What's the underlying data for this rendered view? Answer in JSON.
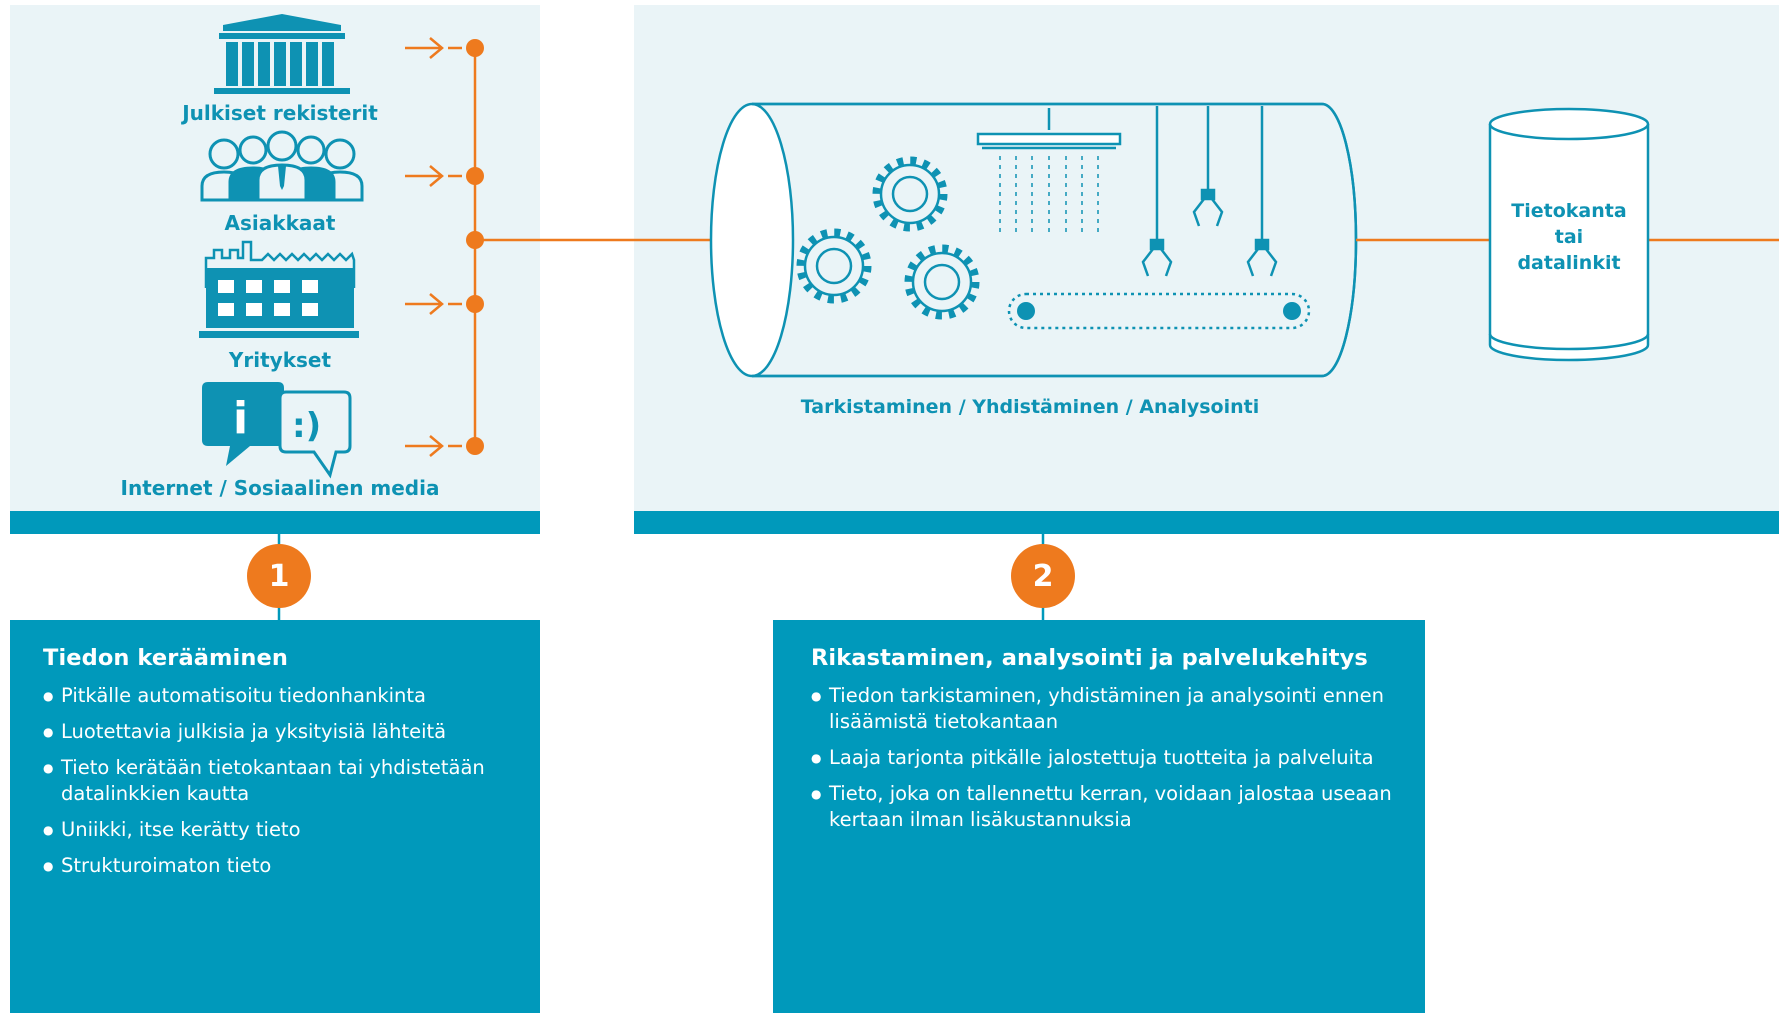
{
  "sources": [
    {
      "label": "Julkiset rekisterit",
      "icon": "government-building-icon"
    },
    {
      "label": "Asiakkaat",
      "icon": "people-group-icon"
    },
    {
      "label": "Yritykset",
      "icon": "factory-icon"
    },
    {
      "label": "Internet / Sosiaalinen media",
      "icon": "chat-bubbles-icon"
    }
  ],
  "process": {
    "label": "Tarkistaminen / Yhdistäminen / Analysointi",
    "icons": [
      "gears-icon",
      "shower-icon",
      "robot-arm-icon",
      "conveyor-belt-icon"
    ]
  },
  "database": {
    "line1": "Tietokanta",
    "line2": "tai",
    "line3": "datalinkit"
  },
  "steps": [
    {
      "number": "1",
      "title": "Tiedon kerääminen",
      "bullets": [
        "Pitkälle automatisoitu tiedonhankinta",
        "Luotettavia julkisia ja yksityisiä lähteitä",
        "Tieto kerätään tietokantaan tai yhdistetään datalinkkien kautta",
        "Uniikki, itse kerätty tieto",
        "Strukturoimaton tieto"
      ]
    },
    {
      "number": "2",
      "title": "Rikastaminen, analysointi ja palvelukehitys",
      "bullets": [
        "Tiedon tarkistaminen, yhdistäminen ja analysointi ennen lisäämistä tietokantaan",
        "Laaja tarjonta pitkälle jalostettuja tuotteita ja palveluita",
        "Tieto, joka on tallennettu kerran, voidaan jalostaa useaan kertaan ilman lisäkustannuksia"
      ]
    }
  ],
  "colors": {
    "accent": "#ee7a1e",
    "teal": "#0099bb",
    "panel": "#eaf4f7",
    "text_blue": "#0e92b3"
  }
}
